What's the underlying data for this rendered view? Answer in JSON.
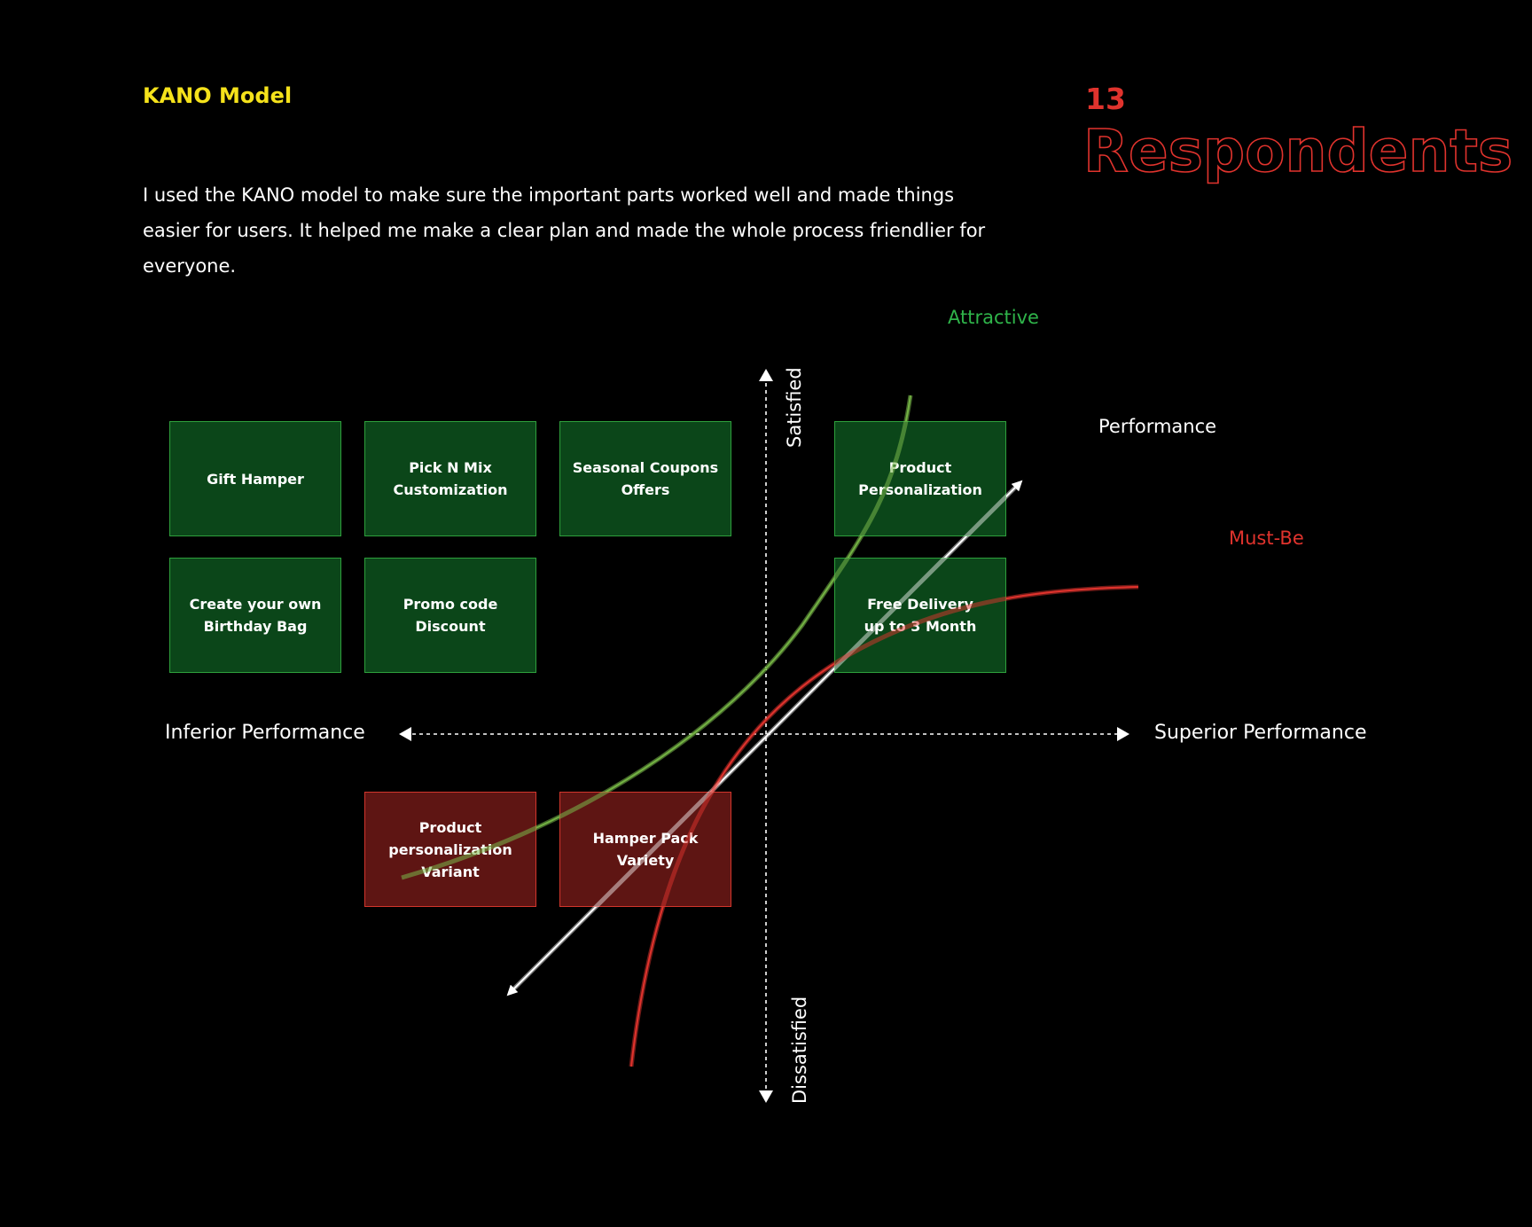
{
  "header": {
    "title": "KANO Model",
    "respondent_count": "13",
    "respondent_label": "Respondents"
  },
  "intro": "I used  the KANO model to make sure the important parts worked well and made things easier for users. It helped me make a clear plan and made the whole process friendlier for everyone.",
  "axes": {
    "left": "Inferior Performance",
    "right": "Superior Performance",
    "top": "Satisfied",
    "bottom": "Dissatisfied"
  },
  "curves": {
    "attractive": {
      "label": "Attractive",
      "color": "#2fb44a"
    },
    "performance": {
      "label": "Performance",
      "color": "#ffffff"
    },
    "must_be": {
      "label": "Must-Be",
      "color": "#e0332d"
    }
  },
  "features": {
    "gift_hamper": "Gift Hamper",
    "pick_n_mix": "Pick N Mix\nCustomization",
    "seasonal_coupons": "Seasonal Coupons\nOffers",
    "product_personalization": "Product\nPersonalization",
    "birthday_bag": "Create your own\nBirthday Bag",
    "promo_code": "Promo code\nDiscount",
    "free_delivery": "Free Delivery\nup to 3 Month",
    "personalization_variant": "Product\npersonalization\nVariant",
    "hamper_variety": "Hamper Pack\nVariety"
  },
  "colors": {
    "accent_title": "#f5e21b",
    "respondents": "#e0332d",
    "satisfier_box": "#0b4619",
    "dissatisfier_box": "#5e1513"
  }
}
